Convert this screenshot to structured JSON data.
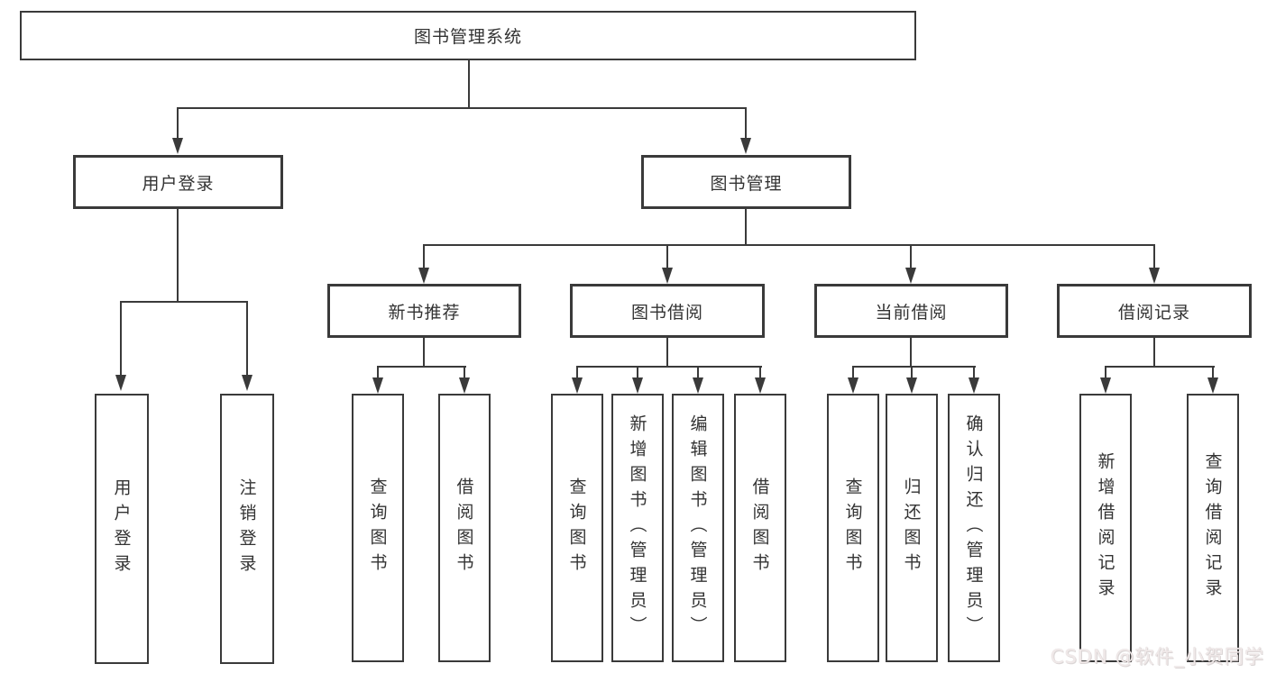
{
  "tree": {
    "root": {
      "label": "图书管理系统"
    },
    "branches": [
      {
        "label": "用户登录",
        "children": [
          {
            "label": "用户登录"
          },
          {
            "label": "注销登录"
          }
        ]
      },
      {
        "label": "图书管理",
        "children": [
          {
            "label": "新书推荐",
            "children": [
              {
                "label": "查询图书"
              },
              {
                "label": "借阅图书"
              }
            ]
          },
          {
            "label": "图书借阅",
            "children": [
              {
                "label": "查询图书"
              },
              {
                "label": "新增图书（管理员）"
              },
              {
                "label": "编辑图书（管理员）"
              },
              {
                "label": "借阅图书"
              }
            ]
          },
          {
            "label": "当前借阅",
            "children": [
              {
                "label": "查询图书"
              },
              {
                "label": "归还图书"
              },
              {
                "label": "确认归还（管理员）"
              }
            ]
          },
          {
            "label": "借阅记录",
            "children": [
              {
                "label": "新增借阅记录"
              },
              {
                "label": "查询借阅记录"
              }
            ]
          }
        ]
      }
    ]
  },
  "watermark": {
    "text": "CSDN @软件_小贺同学"
  },
  "colors": {
    "line": "#3a3a3a",
    "text": "#333333",
    "background": "#ffffff",
    "watermark": "#f0e9e9"
  }
}
